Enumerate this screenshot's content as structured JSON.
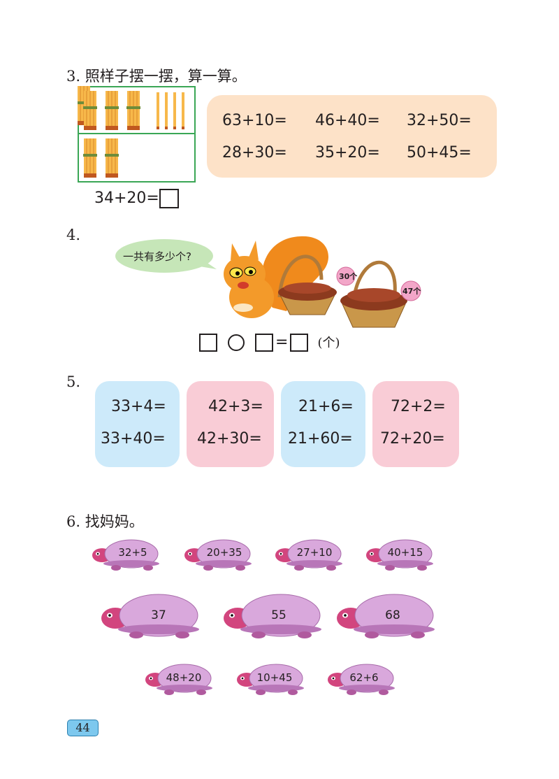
{
  "page_number": "44",
  "colors": {
    "green_frame": "#3aa655",
    "peach": "#fde2c8",
    "blue_card": "#cdeafa",
    "pink_card": "#f9ccd6",
    "page_tab": "#7dc8ee",
    "shell": "#d9a8dc"
  },
  "q3": {
    "title": "3. 照样子摆一摆，算一算。",
    "example_eq": "34+20=",
    "exercises": [
      "63+10=",
      "46+40=",
      "32+50=",
      "28+30=",
      "35+20=",
      "50+45="
    ]
  },
  "q4": {
    "number": "4.",
    "speech": "一共有多少个?",
    "basket_a": "30个",
    "basket_b": "47个",
    "eq_eq": "=",
    "eq_unit": "(个)"
  },
  "q5": {
    "number": "5.",
    "cards": [
      {
        "top": "33+4=",
        "bottom": "33+40="
      },
      {
        "top": "42+3=",
        "bottom": "42+30="
      },
      {
        "top": "21+6=",
        "bottom": "21+60="
      },
      {
        "top": "72+2=",
        "bottom": "72+20="
      }
    ]
  },
  "q6": {
    "title": "6. 找妈妈。",
    "row1": [
      "32+5",
      "20+35",
      "27+10",
      "40+15"
    ],
    "mothers": [
      "37",
      "55",
      "68"
    ],
    "row3": [
      "48+20",
      "10+45",
      "62+6"
    ]
  }
}
